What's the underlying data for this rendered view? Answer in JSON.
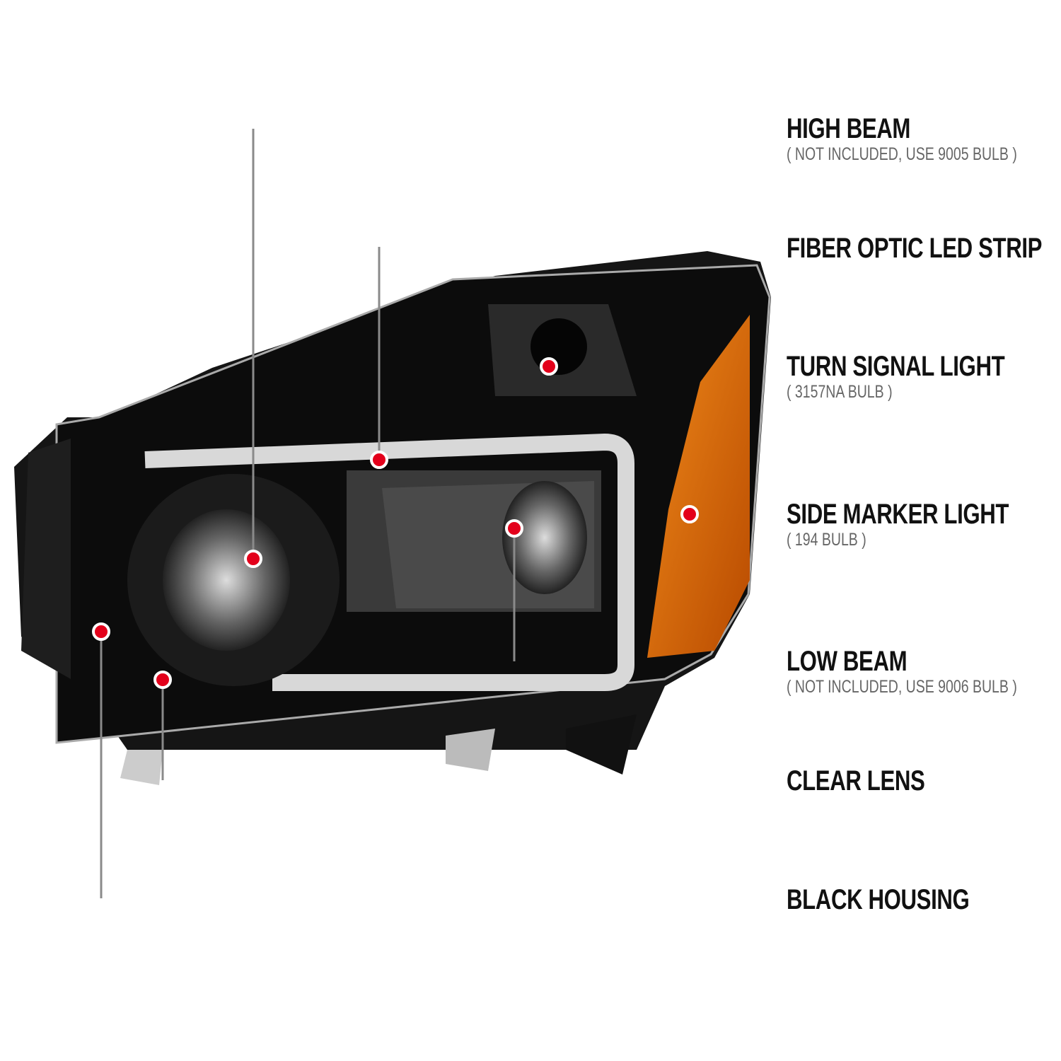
{
  "colors": {
    "callout_line_start": "#8a8a8a",
    "callout_line_end": "#c8102e",
    "dot": "#e3001b",
    "amber": "#d96a00",
    "housing": "#111111"
  },
  "callouts": [
    {
      "title": "HIGH BEAM",
      "subtitle": "( NOT INCLUDED, USE  9005  BULB )"
    },
    {
      "title": "FIBER OPTIC LED STRIP",
      "subtitle": ""
    },
    {
      "title": "TURN SIGNAL LIGHT",
      "subtitle": "( 3157NA  BULB )"
    },
    {
      "title": "SIDE MARKER LIGHT",
      "subtitle": "( 194  BULB )"
    },
    {
      "title": "LOW BEAM",
      "subtitle": "( NOT INCLUDED, USE  9006  BULB )"
    },
    {
      "title": "CLEAR LENS",
      "subtitle": ""
    },
    {
      "title": "BLACK HOUSING",
      "subtitle": ""
    }
  ]
}
